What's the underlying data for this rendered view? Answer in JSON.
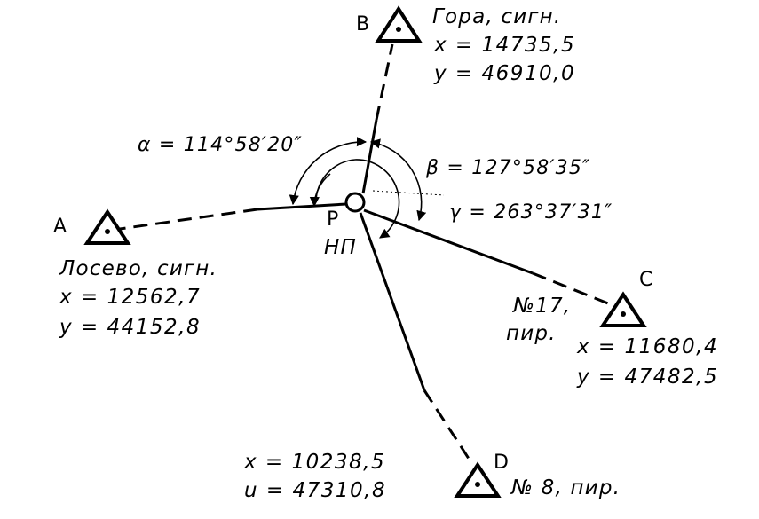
{
  "points": {
    "A": {
      "letter": "A",
      "name": "Лосево, сигн.",
      "x": "x = 12562,7",
      "y": "y = 44152,8"
    },
    "B": {
      "letter": "B",
      "name": "Гора, сигн.",
      "x": "x = 14735,5",
      "y": "y = 46910,0"
    },
    "C": {
      "letter": "C",
      "name_line1": "№17,",
      "name_line2": "пир.",
      "x": "x = 11680,4",
      "y": "y = 47482,5"
    },
    "D": {
      "letter": "D",
      "name": "№ 8, пир.",
      "x": "x = 10238,5",
      "y": "u = 47310,8"
    },
    "P": {
      "letter": "P",
      "name": "НП"
    }
  },
  "angles": {
    "alpha": "α = 114°58′20″",
    "beta": "β = 127°58′35″",
    "gamma": "γ = 263°37′31″"
  },
  "colors": {
    "ink": "#000000",
    "background": "#ffffff"
  }
}
